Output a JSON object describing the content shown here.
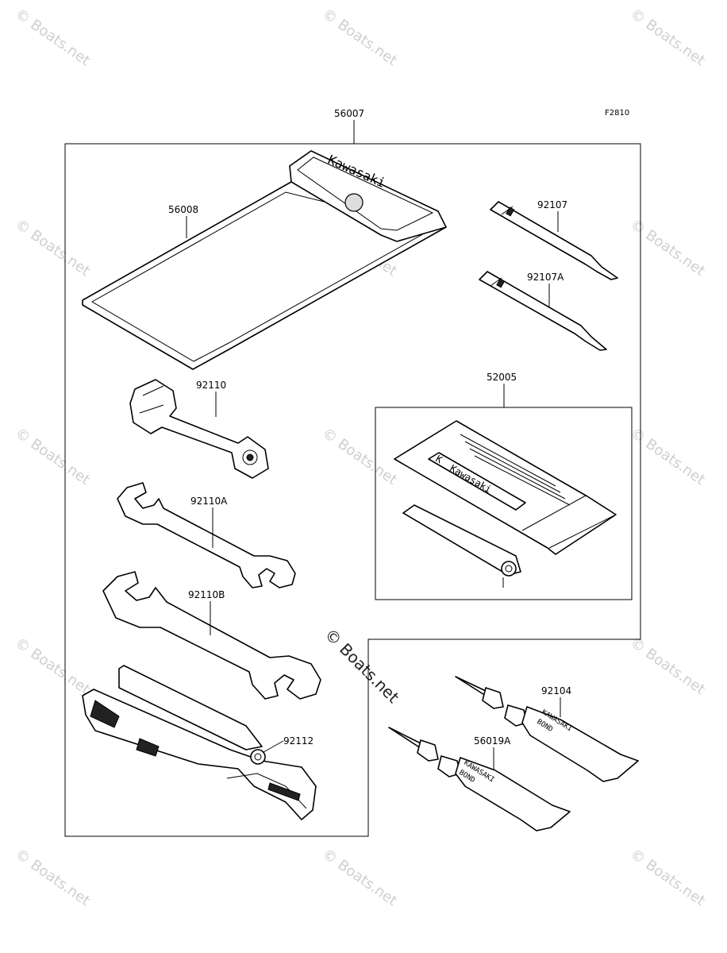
{
  "diagram": {
    "code": "F2810",
    "parts": {
      "p56007": "56007",
      "p56008": "56008",
      "p92107": "92107",
      "p92107A": "92107A",
      "p52005": "52005",
      "p92110": "92110",
      "p92110A": "92110A",
      "p92110B": "92110B",
      "p92104": "92104",
      "p56019A": "56019A",
      "p92112": "92112"
    },
    "brand": {
      "pouch": "Kawasaki",
      "manual": "Kawasaki",
      "manual_logo": "K",
      "tube1": "KAWASAKI",
      "tube1_sub": "BOND",
      "tube2": "KAWASAKI",
      "tube2_sub": "BOND"
    }
  },
  "watermark": {
    "text": "© Boats.net",
    "center_text": "© Boats.net"
  }
}
